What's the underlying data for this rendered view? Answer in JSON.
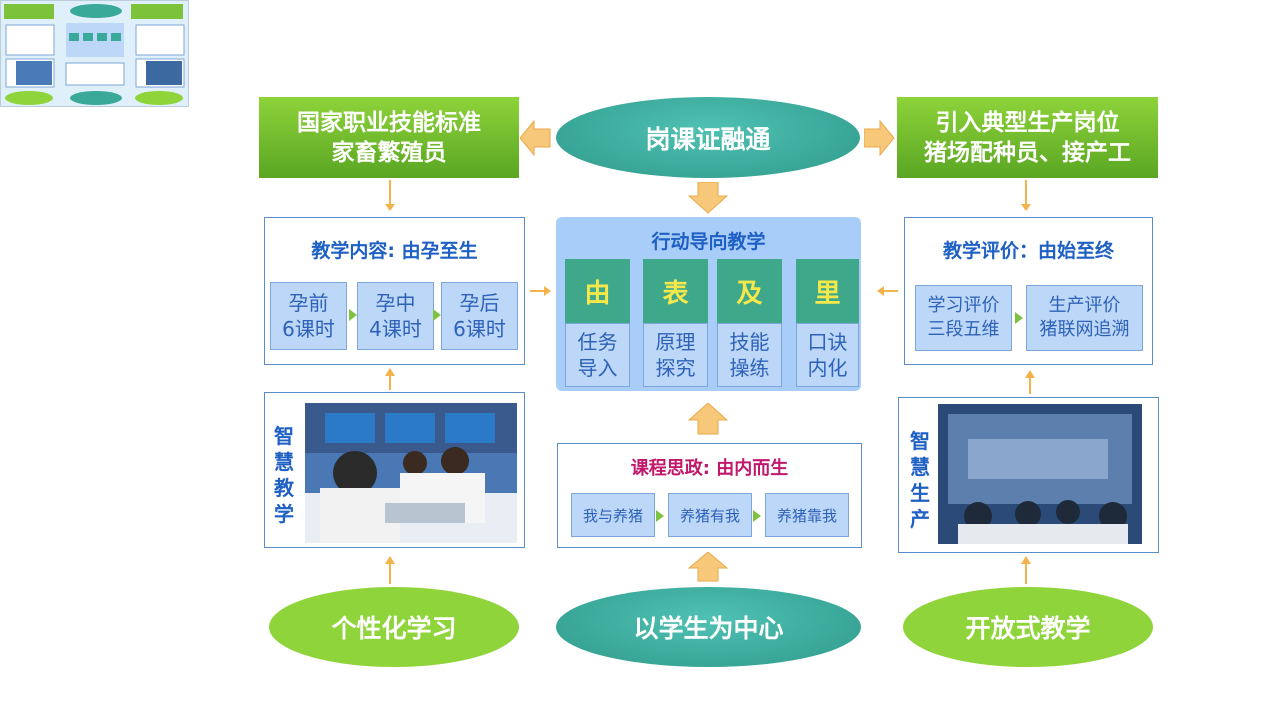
{
  "top": {
    "center": "岗课证融通",
    "left_lines": [
      "国家职业技能标准",
      "家畜繁殖员"
    ],
    "right_lines": [
      "引入典型生产岗位",
      "猪场配种员、接产工"
    ]
  },
  "left_panel": {
    "title": "教学内容: 由孕至生",
    "cells": [
      {
        "line1": "孕前",
        "line2": "6课时"
      },
      {
        "line1": "孕中",
        "line2": "4课时"
      },
      {
        "line1": "孕后",
        "line2": "6课时"
      }
    ]
  },
  "center_panel": {
    "title": "行动导向教学",
    "columns": [
      {
        "head": "由",
        "line1": "任务",
        "line2": "导入"
      },
      {
        "head": "表",
        "line1": "原理",
        "line2": "探究"
      },
      {
        "head": "及",
        "line1": "技能",
        "line2": "操练"
      },
      {
        "head": "里",
        "line1": "口诀",
        "line2": "内化"
      }
    ]
  },
  "right_panel": {
    "title": "教学评价：由始至终",
    "cells": [
      {
        "line1": "学习评价",
        "line2": "三段五维"
      },
      {
        "line1": "生产评价",
        "line2": "猪联网追溯"
      }
    ]
  },
  "ideology": {
    "title": "课程思政: 由内而生",
    "cells": [
      "我与养猪",
      "养猪有我",
      "养猪靠我"
    ]
  },
  "smart_teaching": {
    "label": "智慧教学"
  },
  "smart_production": {
    "label": "智慧生产"
  },
  "bottom": {
    "left": "个性化学习",
    "center": "以学生为中心",
    "right": "开放式教学"
  },
  "colors": {
    "green": "#6bb82c",
    "teal": "#3aa99a",
    "lime": "#8fd43a",
    "panel_blue": "#a8cdf8",
    "arrow_gold": "#f4b24a",
    "title_blue": "#1f60c4",
    "ideology_red": "#c0186b"
  }
}
